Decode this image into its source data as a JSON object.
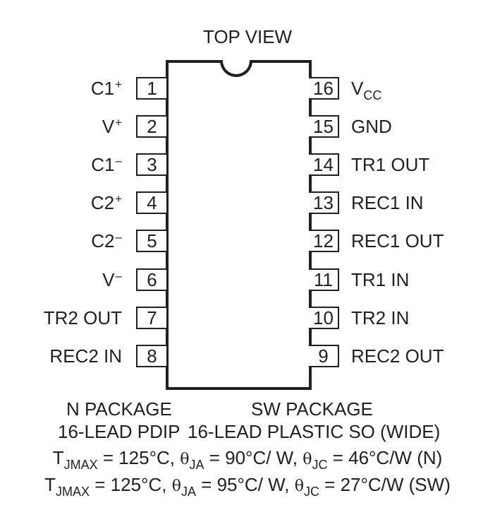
{
  "title": "TOP VIEW",
  "pins_left": [
    {
      "num": "1",
      "name": "C1",
      "sup": "+",
      "sub": ""
    },
    {
      "num": "2",
      "name": "V",
      "sup": "+",
      "sub": ""
    },
    {
      "num": "3",
      "name": "C1",
      "sup": "–",
      "sub": ""
    },
    {
      "num": "4",
      "name": "C2",
      "sup": "+",
      "sub": ""
    },
    {
      "num": "5",
      "name": "C2",
      "sup": "–",
      "sub": ""
    },
    {
      "num": "6",
      "name": "V",
      "sup": "–",
      "sub": ""
    },
    {
      "num": "7",
      "name": "TR2 OUT",
      "sup": "",
      "sub": ""
    },
    {
      "num": "8",
      "name": "REC2 IN",
      "sup": "",
      "sub": ""
    }
  ],
  "pins_right": [
    {
      "num": "16",
      "name": "V",
      "sup": "",
      "sub": "CC"
    },
    {
      "num": "15",
      "name": "GND",
      "sup": "",
      "sub": ""
    },
    {
      "num": "14",
      "name": "TR1 OUT",
      "sup": "",
      "sub": ""
    },
    {
      "num": "13",
      "name": "REC1 IN",
      "sup": "",
      "sub": ""
    },
    {
      "num": "12",
      "name": "REC1 OUT",
      "sup": "",
      "sub": ""
    },
    {
      "num": "11",
      "name": "TR1 IN",
      "sup": "",
      "sub": ""
    },
    {
      "num": "10",
      "name": "TR2 IN",
      "sup": "",
      "sub": ""
    },
    {
      "num": "9",
      "name": "REC2 OUT",
      "sup": "",
      "sub": ""
    }
  ],
  "packages": {
    "n": {
      "line1": "N PACKAGE",
      "line2": "16-LEAD PDIP"
    },
    "sw": {
      "line1": "SW PACKAGE",
      "line2": "16-LEAD PLASTIC SO (WIDE)"
    }
  },
  "thermal": [
    {
      "t": "T",
      "t_sub": "JMAX",
      "t_val": " = 125°C, ",
      "th1": "θ",
      "th1_sub": "JA",
      "th1_val": " = 90°C/ W, ",
      "th2": "θ",
      "th2_sub": "JC",
      "th2_val": " = 46°C/W (N)"
    },
    {
      "t": "T",
      "t_sub": "JMAX",
      "t_val": " = 125°C, ",
      "th1": "θ",
      "th1_sub": "JA",
      "th1_val": " = 95°C/ W, ",
      "th2": "θ",
      "th2_sub": "JC",
      "th2_val": " = 27°C/W (SW)"
    }
  ]
}
